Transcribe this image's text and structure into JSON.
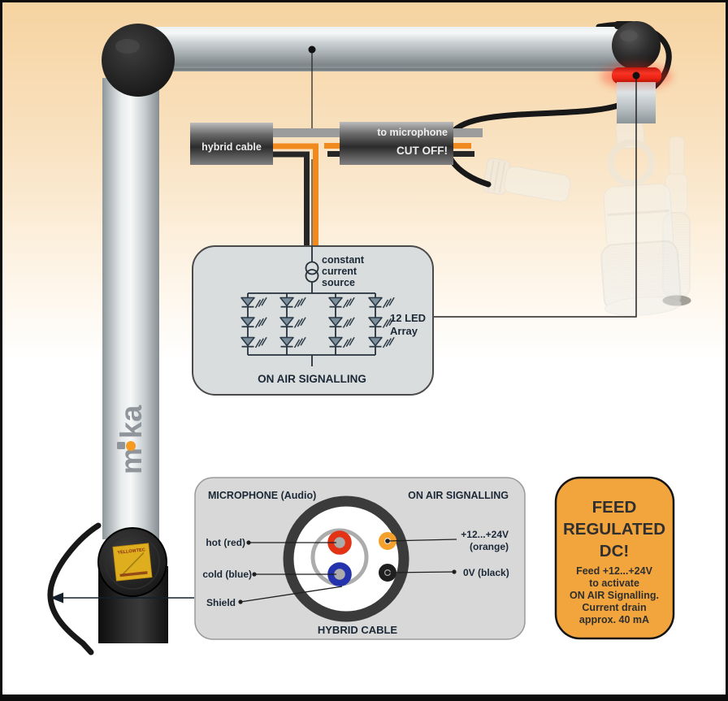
{
  "diagram": {
    "cut_cable": {
      "left_label": "hybrid cable",
      "right_label_top": "to microphone",
      "right_label_bottom": "CUT OFF!"
    },
    "led_circuit": {
      "source_line1": "constant",
      "source_line2": "current",
      "source_line3": "source",
      "array_line1": "12 LED",
      "array_line2": "Array",
      "caption": "ON AIR SIGNALLING"
    },
    "cross_section": {
      "title_left": "MICROPHONE (Audio)",
      "title_right": "ON AIR SIGNALLING",
      "label_hot": "hot (red)",
      "label_cold": "cold (blue)",
      "label_shield": "Shield",
      "label_plus_line1": "+12...+24V",
      "label_plus_line2": "(orange)",
      "label_zero": "0V (black)",
      "caption": "HYBRID CABLE"
    },
    "feed_note": {
      "title_line1": "FEED",
      "title_line2": "REGULATED",
      "title_line3": "DC!",
      "body_line1": "Feed +12...+24V",
      "body_line2": "to activate",
      "body_line3": "ON AIR Signalling.",
      "body_line4": "Current drain",
      "body_line5": "approx. 40 mA"
    }
  },
  "photo": {
    "brand_m": "m",
    "brand_ka": "ka",
    "sticker_text": "YELLOWTEC"
  },
  "colors": {
    "accent_orange": "#F08A1E",
    "panel_orange": "#F2A43D",
    "wire_red": "#E23317",
    "wire_blue": "#2433AD",
    "wire_black": "#1F1F1F",
    "on_air_red": "#EE2315",
    "panel_gray": "#D9DCDC",
    "shield_gray": "#9C9C9C",
    "text_dark": "#1B2836"
  }
}
